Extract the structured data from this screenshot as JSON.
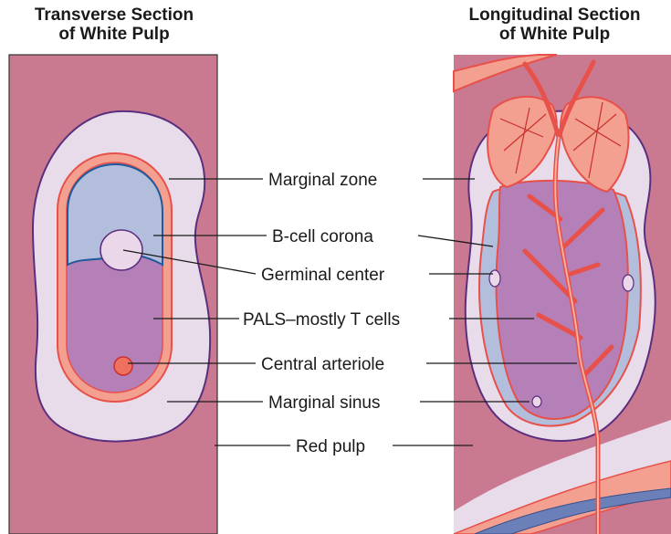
{
  "titles": {
    "left": {
      "line1": "Transverse Section",
      "line2": "of White Pulp"
    },
    "right": {
      "line1": "Longitudinal Section",
      "line2": "of White Pulp"
    }
  },
  "labels": {
    "marginal_zone": "Marginal zone",
    "b_cell_corona": "B-cell corona",
    "germinal_center": "Germinal center",
    "pals": "PALS–mostly T cells",
    "central_arteriole": "Central arteriole",
    "marginal_sinus": "Marginal sinus",
    "red_pulp": "Red pulp"
  },
  "colors": {
    "red_pulp": "#c97a90",
    "marginal_zone": "#e9dcea",
    "outline": "#5b2e7e",
    "b_cell": "#b2bedc",
    "b_cell_outline": "#1f5a9a",
    "pals": "#b57fb7",
    "sinus_red": "#e8504a",
    "sinus_fill": "#f3a090",
    "germinal": "#ead8ea"
  }
}
